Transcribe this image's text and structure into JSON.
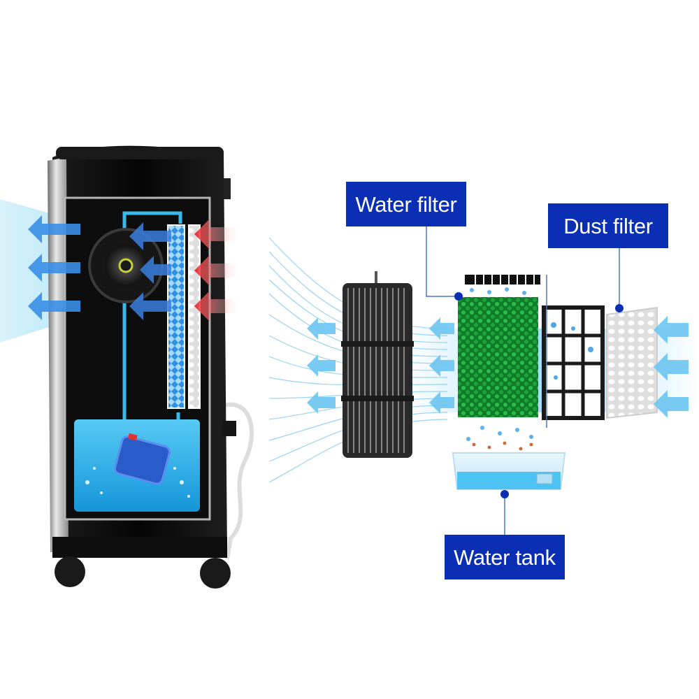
{
  "callouts": {
    "water_filter": "Water filter",
    "dust_filter": "Dust filter",
    "water_tank": "Water tank"
  },
  "colors": {
    "callout_bg": "#0a2fb5",
    "leader_line": "#4a78c8",
    "dot": "#0a2fb5",
    "airflow_cool": "#3a9fe0",
    "airflow_warm": "#e8262a",
    "water": "#2fb3ef",
    "filter_media": "#1a9a3a",
    "cooler_body": "#0b0b0b"
  }
}
